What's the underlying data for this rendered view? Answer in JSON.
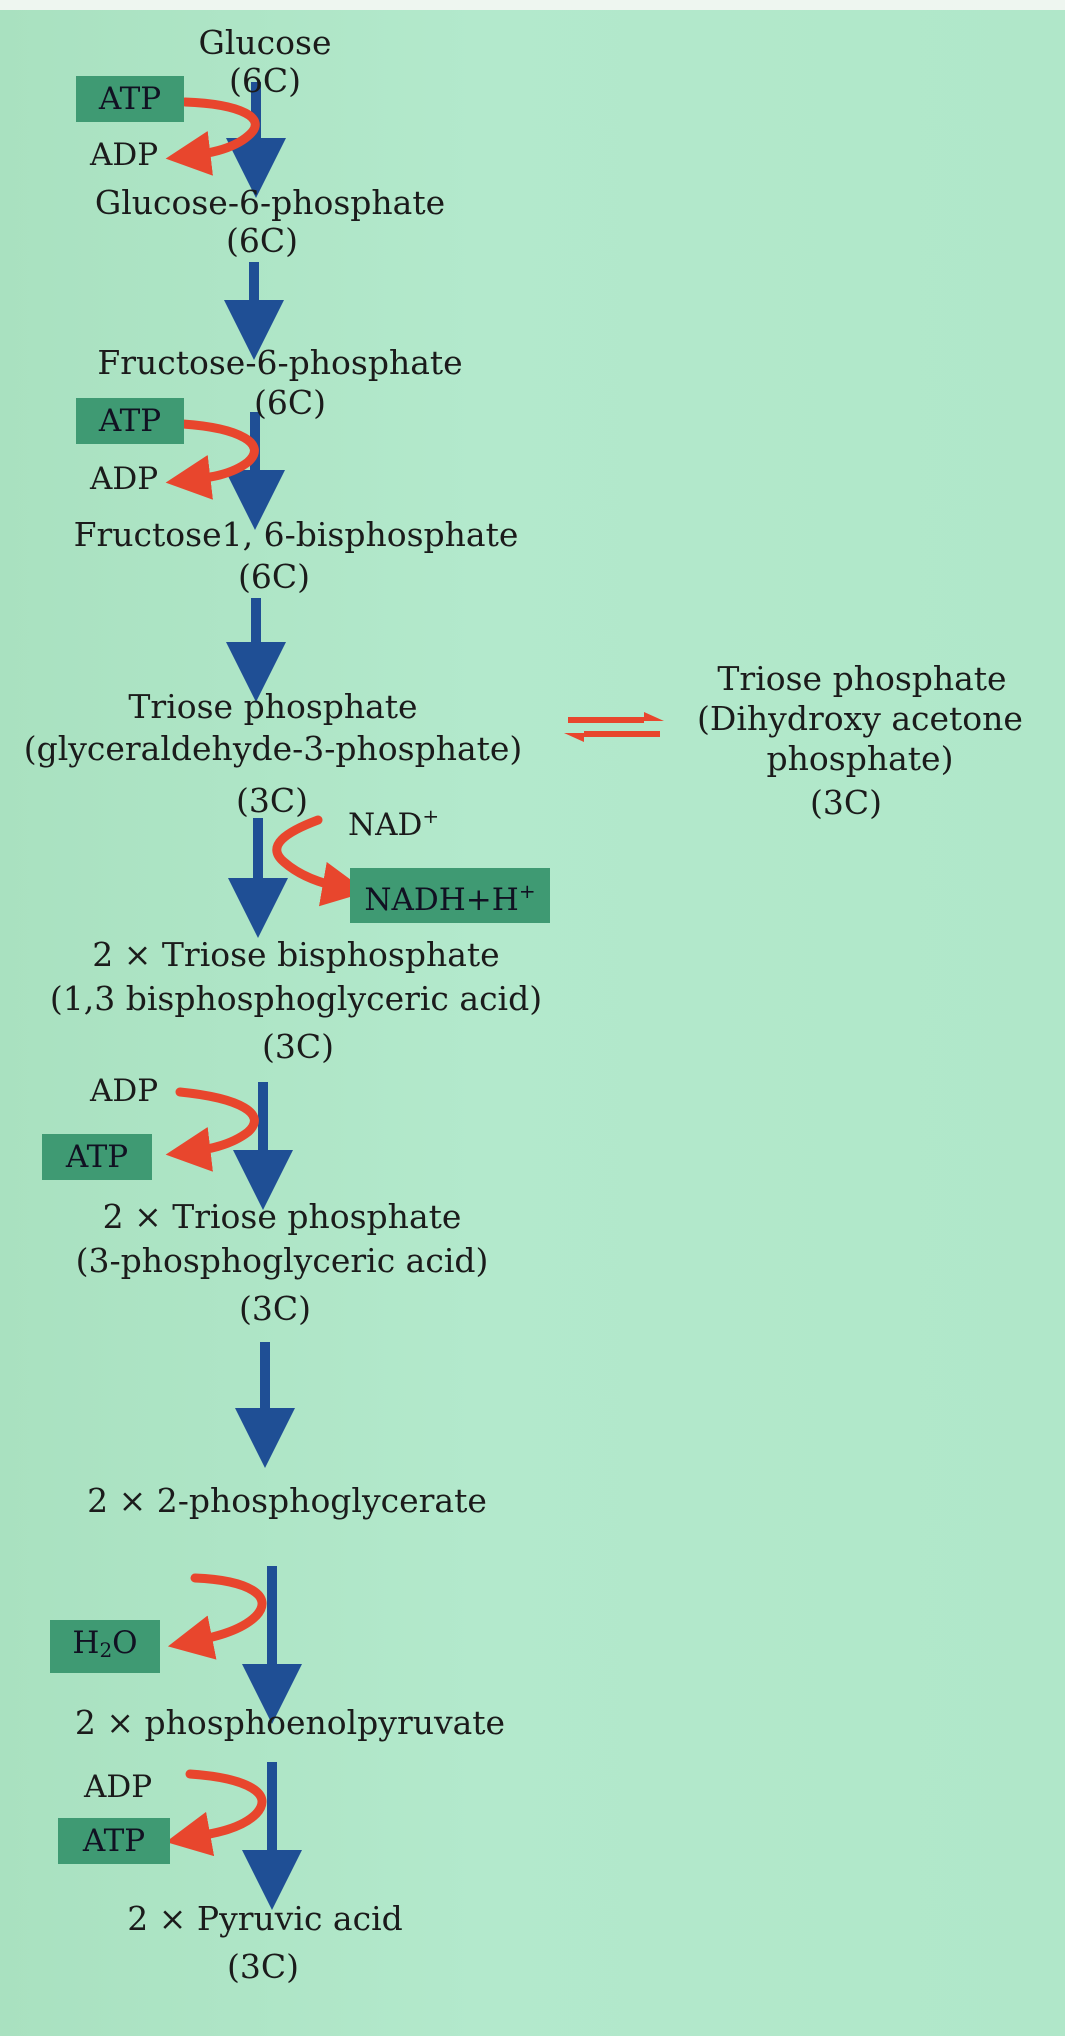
{
  "compounds": {
    "glucose": "Glucose",
    "glucose_c": "(6C)",
    "g6p": "Glucose-6-phosphate",
    "g6p_c": "(6C)",
    "f6p": "Fructose-6-phosphate",
    "f6p_c": "(6C)",
    "f16bp": "Fructose1, 6-bisphosphate",
    "f16bp_c": "(6C)",
    "tp_a": "Triose phosphate",
    "tp_b": "(glyceraldehyde-3-phosphate)",
    "tp_c": "(3C)",
    "dhap_a": "Triose phosphate",
    "dhap_b": "(Dihydroxy acetone",
    "dhap_c": "phosphate)",
    "dhap_d": "(3C)",
    "bpg_a": "2 × Triose bisphosphate",
    "bpg_b": "(1,3 bisphosphoglyceric acid)",
    "bpg_c": "(3C)",
    "pga_a": "2 × Triose phosphate",
    "pga_b": "(3-phosphoglyceric acid)",
    "pga_c": "(3C)",
    "pg2": "2 × 2-phosphoglycerate",
    "pep": "2 × phosphoenolpyruvate",
    "pyr_a": "2 × Pyruvic acid",
    "pyr_b": "(3C)"
  },
  "cofactors": {
    "atp_1": "ATP",
    "adp_1": "ADP",
    "atp_2": "ATP",
    "adp_2": "ADP",
    "nad": "NAD",
    "nad_sup": "+",
    "nadh": "NADH+H",
    "nadh_sup": "+",
    "adp_3": "ADP",
    "atp_3": "ATP",
    "h2o_h": "H",
    "h2o_sub": "2",
    "h2o_o": "O",
    "adp_4": "ADP",
    "atp_4": "ATP"
  },
  "colors": {
    "main_arrow": "#1f4f95",
    "side_arrow": "#e8462d",
    "highlight_box": "#3f9a73",
    "background": "#aee5c6"
  }
}
